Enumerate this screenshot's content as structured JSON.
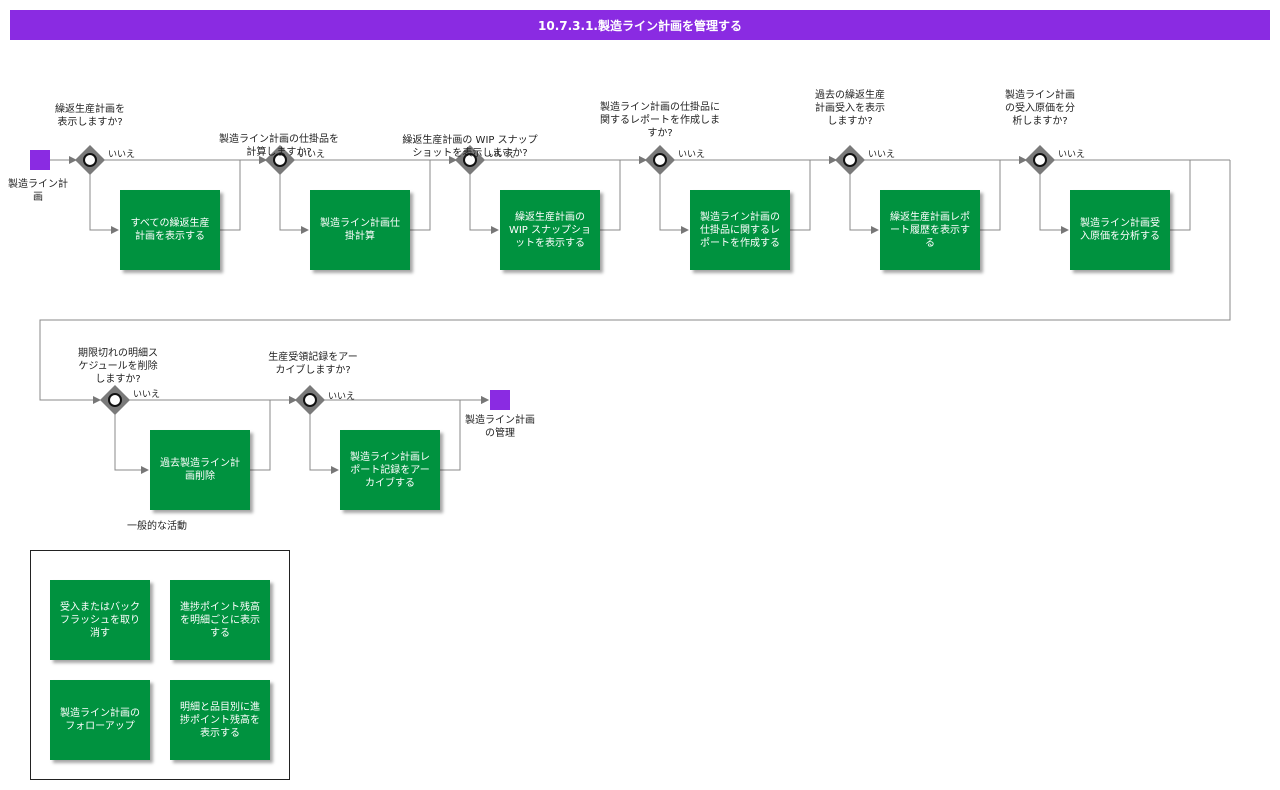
{
  "title": "10.7.3.1.製造ライン計画を管理する",
  "start_event": "製造ライン計画",
  "end_event": "製造ライン計画の管理",
  "no_label": "いいえ",
  "gateways": [
    "繰返生産計画を表示しますか?",
    "製造ライン計画の仕掛品を計算しますか?",
    "繰返生産計画の WIP スナップショットを表示しますか?",
    "製造ライン計画の仕掛品に関するレポートを作成しますか?",
    "過去の繰返生産計画受入を表示しますか?",
    "製造ライン計画の受入原価を分析しますか?",
    "期限切れの明細スケジュールを削除しますか?",
    "生産受領記録をアーカイブしますか?"
  ],
  "tasks": [
    "すべての繰返生産計画を表示する",
    "製造ライン計画仕掛計算",
    "繰返生産計画の WIP スナップショットを表示する",
    "製造ライン計画の仕掛品に関するレポートを作成する",
    "繰返生産計画レポート履歴を表示する",
    "製造ライン計画受入原価を分析する",
    "過去製造ライン計画削除",
    "製造ライン計画レポート記録をアーカイブする"
  ],
  "common_title": "一般的な活動",
  "common_tasks": [
    "受入またはバックフラッシュを取り消す",
    "進捗ポイント残高を明細ごとに表示する",
    "製造ライン計画のフォローアップ",
    "明細と品目別に進捗ポイント残高を表示する"
  ]
}
